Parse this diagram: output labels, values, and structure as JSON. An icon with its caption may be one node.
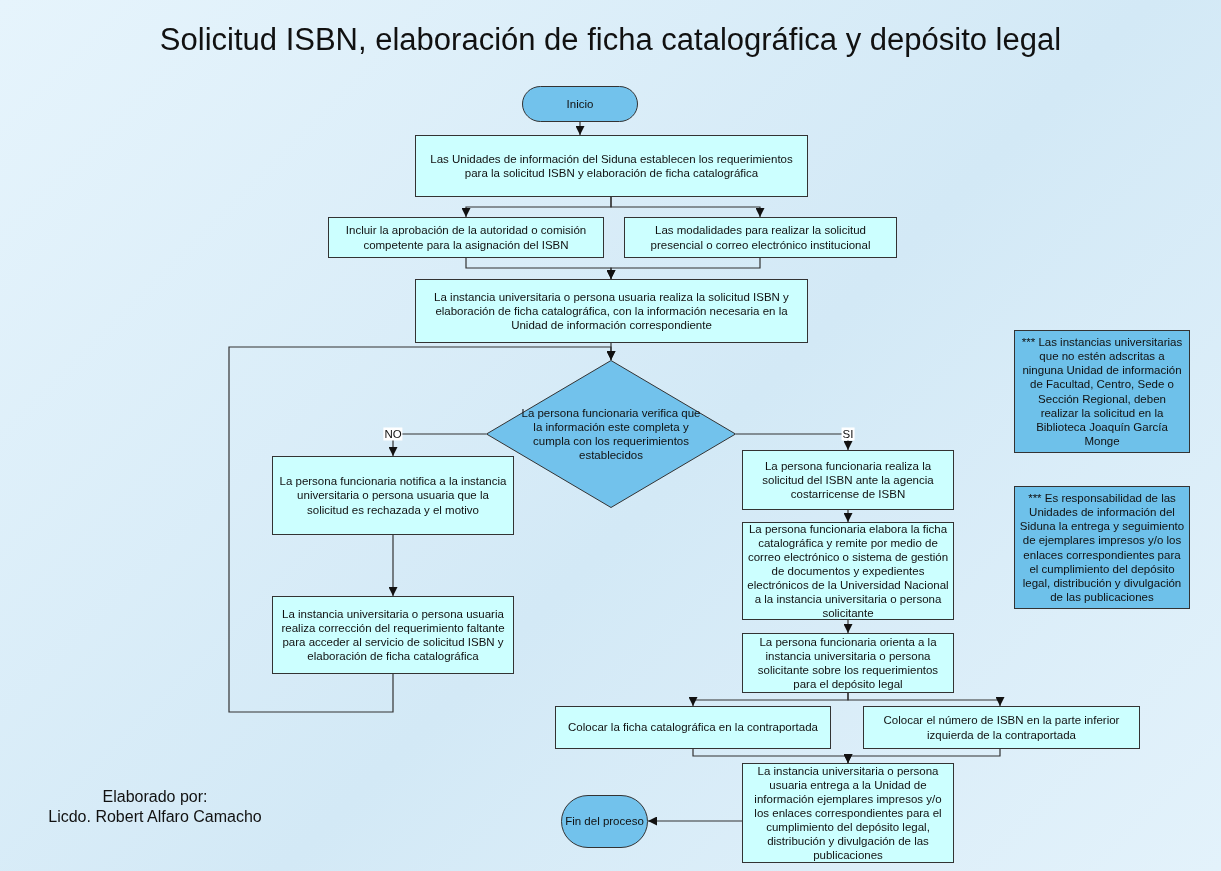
{
  "diagram": {
    "title": "Solicitud ISBN, elaboración de ficha catalográfica y depósito legal",
    "nodes": [
      {
        "text": [
          "Inicio"
        ]
      },
      {
        "text": [
          "Las Unidades de información del Siduna establecen los requerimientos para la solicitud ISBN y elaboración de ficha catalográfica"
        ]
      },
      {
        "text": [
          "Incluir la aprobación de la autoridad o comisión competente para la asignación del ISBN"
        ]
      },
      {
        "text": [
          "Las modalidades para realizar la solicitud presencial o correo electrónico institucional"
        ]
      },
      {
        "text": [
          "La instancia universitaria o persona usuaria realiza la solicitud ISBN y elaboración de ficha catalográfica, con la información necesaria en la Unidad de información correspondiente"
        ]
      },
      {
        "text": [
          "La persona funcionaria verifica que la información este completa y cumpla con los requerimientos establecidos"
        ]
      },
      {
        "text": [
          "La persona funcionaria notifica a la instancia universitaria o persona usuaria que la solicitud es rechazada y el motivo"
        ]
      },
      {
        "text": [
          "La instancia universitaria o persona usuaria realiza corrección del requerimiento faltante para acceder al servicio de solicitud ISBN y elaboración de ficha catalográfica"
        ]
      },
      {
        "text": [
          "La persona funcionaria realiza la solicitud del ISBN ante la agencia costarricense de ISBN"
        ]
      },
      {
        "text": [
          "La persona funcionaria elabora la ficha catalográfica y remite por medio de correo electrónico o sistema de gestión de documentos y expedientes electrónicos de la Universidad Nacional a la instancia universitaria o persona solicitante"
        ]
      },
      {
        "text": [
          "La persona funcionaria orienta a la instancia universitaria o persona solicitante sobre los requerimientos para el depósito legal"
        ]
      },
      {
        "text": [
          "Colocar la ficha catalográfica en la contraportada"
        ]
      },
      {
        "text": [
          "Colocar el número de ISBN en la parte inferior izquierda de la contraportada"
        ]
      },
      {
        "text": [
          "La instancia universitaria o persona usuaria entrega a la Unidad de información ejemplares impresos y/o los enlaces correspondientes para el cumplimiento del depósito legal, distribución y divulgación de las publicaciones"
        ]
      },
      {
        "text": [
          "Fin del proceso"
        ]
      },
      {
        "text": [
          "*** Las instancias universitarias que no estén adscritas a ninguna Unidad de información de Facultad, Centro, Sede o Sección Regional, deben realizar la solicitud en la Biblioteca Joaquín García Monge"
        ]
      },
      {
        "text": [
          "*** Es responsabilidad de las Unidades de información del Siduna la entrega y seguimiento de ejemplares impresos y/o los enlaces correspondientes para el cumplimiento del depósito legal, distribución y divulgación de las publicaciones"
        ]
      }
    ],
    "edges": [
      {
        "from": 0,
        "to": 1,
        "arrow": "to"
      },
      {
        "from": 1,
        "to": 2,
        "arrow": "to"
      },
      {
        "from": 1,
        "to": 3,
        "arrow": "to"
      },
      {
        "from": 2,
        "to": 4,
        "arrow": "to"
      },
      {
        "from": 3,
        "to": 4,
        "arrow": "to"
      },
      {
        "from": 4,
        "to": 5,
        "arrow": "to"
      },
      {
        "from": 5,
        "to": 6,
        "arrow": "to",
        "label": "NO"
      },
      {
        "from": 5,
        "to": 8,
        "arrow": "to",
        "label": "SI"
      },
      {
        "from": 6,
        "to": 7,
        "arrow": "to"
      },
      {
        "from": 7,
        "to": 5,
        "arrow": "to"
      },
      {
        "from": 8,
        "to": 9,
        "arrow": "to"
      },
      {
        "from": 9,
        "to": 10,
        "arrow": "to"
      },
      {
        "from": 10,
        "to": 11,
        "arrow": "to"
      },
      {
        "from": 10,
        "to": 12,
        "arrow": "to"
      },
      {
        "from": 11,
        "to": 13,
        "arrow": "to"
      },
      {
        "from": 12,
        "to": 13,
        "arrow": "to"
      },
      {
        "from": 13,
        "to": 14,
        "arrow": "to"
      }
    ],
    "labels": [
      "Elaborado por:",
      "Licdo. Robert Alfaro Camacho"
    ]
  }
}
